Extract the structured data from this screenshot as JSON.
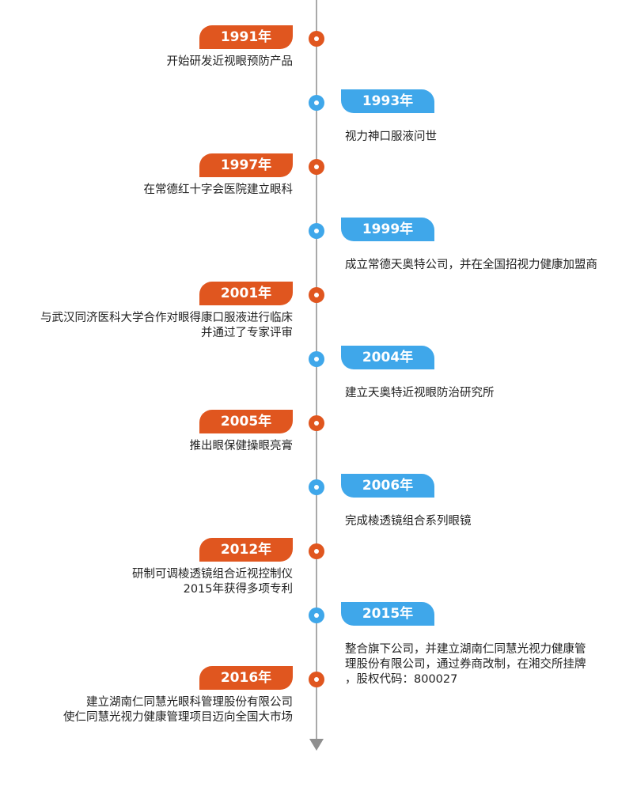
{
  "events": [
    {
      "year": "1991年",
      "side": "left",
      "lines": [
        "开始研发近视眼预防产品"
      ]
    },
    {
      "year": "1993年",
      "side": "right",
      "lines": [
        "视力神口服液问世"
      ]
    },
    {
      "year": "1997年",
      "side": "left",
      "lines": [
        "在常德红十字会医院建立眼科"
      ]
    },
    {
      "year": "1999年",
      "side": "right",
      "lines": [
        "成立常德天奥特公司，并在全国招视力健康加盟商"
      ]
    },
    {
      "year": "2001年",
      "side": "left",
      "lines": [
        "与武汉同济医科大学合作对眼得康口服液进行临床",
        "并通过了专家评审"
      ]
    },
    {
      "year": "2004年",
      "side": "right",
      "lines": [
        "建立天奥特近视眼防治研究所"
      ]
    },
    {
      "year": "2005年",
      "side": "left",
      "lines": [
        "推出眼保健操眼亮膏"
      ]
    },
    {
      "year": "2006年",
      "side": "right",
      "lines": [
        "完成棱透镜组合系列眼镜"
      ]
    },
    {
      "year": "2012年",
      "side": "left",
      "lines": [
        "研制可调棱透镜组合近视控制仪",
        "2015年获得多项专利"
      ]
    },
    {
      "year": "2015年",
      "side": "right",
      "lines": [
        "整合旗下公司，并建立湖南仁同慧光视力健康管",
        "理股份有限公司，通过券商改制，在湘交所挂牌",
        "，股权代码：800027"
      ]
    },
    {
      "year": "2016年",
      "side": "left",
      "lines": [
        "建立湖南仁同慧光眼科管理股份有限公司",
        "使仁同慧光视力健康管理项目迈向全国大市场"
      ]
    }
  ],
  "colors": {
    "left_accent": "#e0561f",
    "right_accent": "#3fa7ea",
    "axis": "#a9a9a9"
  }
}
